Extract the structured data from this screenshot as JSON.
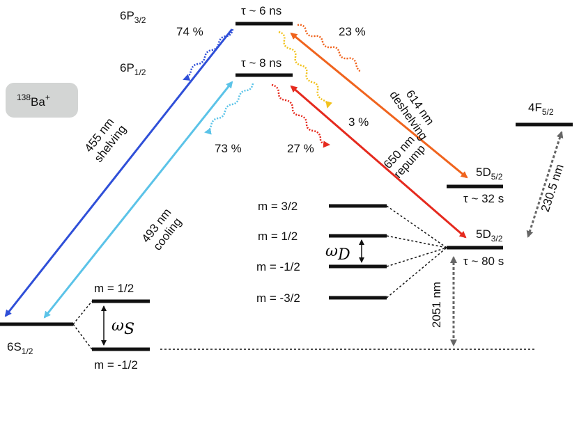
{
  "ion": {
    "mass": "138",
    "symbol": "Ba",
    "charge": "+"
  },
  "levels": {
    "p32": {
      "name": "6P",
      "sub": "3/2",
      "lifetime": "τ ~ 6 ns"
    },
    "p12": {
      "name": "6P",
      "sub": "1/2",
      "lifetime": "τ ~ 8 ns"
    },
    "s12": {
      "name": "6S",
      "sub": "1/2"
    },
    "d52": {
      "name": "5D",
      "sub": "5/2",
      "lifetime": "τ ~ 32 s"
    },
    "d32": {
      "name": "5D",
      "sub": "3/2",
      "lifetime": "τ ~ 80 s"
    },
    "f52": {
      "name": "4F",
      "sub": "5/2"
    }
  },
  "branching": {
    "p32_to_s": "74 %",
    "p32_to_d52": "23 %",
    "p32_to_d32": "3 %",
    "p12_to_s": "73 %",
    "p12_to_d32": "27 %"
  },
  "transitions": {
    "shelving": {
      "wavelength": "455 nm",
      "name": "shelving",
      "color": "#2f4fd8"
    },
    "cooling": {
      "wavelength": "493 nm",
      "name": "cooling",
      "color": "#5bc3e8"
    },
    "deshelving": {
      "wavelength": "614 nm",
      "name": "deshelving",
      "color": "#f0641e"
    },
    "repump": {
      "wavelength": "650 nm",
      "name": "repump",
      "color": "#e52a1e"
    },
    "f_line": {
      "wavelength": "230.5 nm"
    },
    "d_line": {
      "wavelength": "2051 nm"
    },
    "decay_3pct_color": "#f2c21c"
  },
  "s_sublevels": {
    "upper": "m = 1/2",
    "lower": "m = -1/2",
    "splitting_symbol": "ω",
    "splitting_sub": "S"
  },
  "d_sublevels": {
    "m1": "m = 3/2",
    "m2": "m = 1/2",
    "m3": "m = -1/2",
    "m4": "m = -3/2",
    "splitting_symbol": "ω",
    "splitting_sub": "D"
  }
}
